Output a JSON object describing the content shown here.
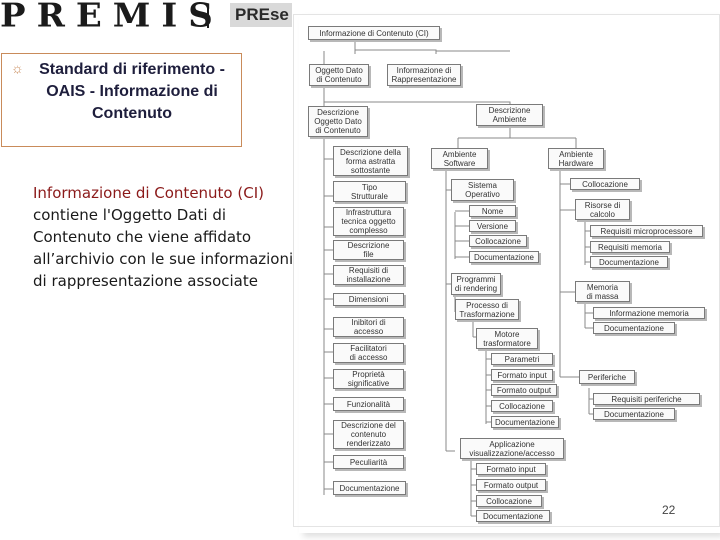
{
  "logo": {
    "letters": "PREMIS",
    "tag": "PREse"
  },
  "callout": {
    "icon": "gear-icon",
    "title": "Standard di riferimento - OAIS - Informazione di Contenuto"
  },
  "body": {
    "highlight": "Informazione di Contenuto (CI)",
    "rest": " contiene l'Oggetto Dati di Contenuto che viene affidato all’archivio con le sue informazioni di rappresentazione associate"
  },
  "page_number": "22",
  "colors": {
    "highlight": "#8b1a1a",
    "callout_border": "#c98b5a"
  },
  "diagram": {
    "root": "Informazione di Contenuto (CI)",
    "oggetto_dato": "Oggetto Dato\ndi Contenuto",
    "info_rappresentazione": "Informazione di\nRappresentazione",
    "descrizione_oggetto": "Descrizione\nOggetto Dato\ndi Contenuto",
    "descrizione_ambiente": "Descrizione\nAmbiente",
    "ambiente_software": "Ambiente\nSoftware",
    "ambiente_hardware": "Ambiente\nHardware",
    "descrizione_items": [
      "Descrizione della\nforma astratta\nsottostante",
      "Tipo\nStrutturale",
      "Infrastruttura\ntecnica oggetto\ncomplesso",
      "Descrizione\nfile",
      "Requisiti di\ninstallazione",
      "Dimensioni",
      "Inibitori di\naccesso",
      "Facilitatori\ndi accesso",
      "Proprietà\nsignificative",
      "Funzionalità",
      "Descrizione del\ncontenuto\nrenderizzato",
      "Peculiarità",
      "Documentazione"
    ],
    "sistema_operativo": "Sistema\nOperativo",
    "sistema_items": [
      "Nome",
      "Versione",
      "Collocazione",
      "Documentazione"
    ],
    "programmi_rendering": "Programmi\ndi rendering",
    "processo_trasformazione": "Processo di\nTrasformazione",
    "motore_trasformatore": "Motore\ntrasformatore",
    "motore_items": [
      "Parametri",
      "Formato input",
      "Formato output",
      "Collocazione",
      "Documentazione"
    ],
    "applicazione": "Applicazione\nvisualizzazione/accesso",
    "applicazione_items": [
      "Formato input",
      "Formato output",
      "Collocazione",
      "Documentazione"
    ],
    "hw_collocazione": "Collocazione",
    "risorse_calcolo": "Risorse di\ncalcolo",
    "risorse_items": [
      "Requisiti microprocessore",
      "Requisiti memoria",
      "Documentazione"
    ],
    "memoria_massa": "Memoria\ndi massa",
    "memoria_items": [
      "Informazione memoria",
      "Documentazione"
    ],
    "periferiche": "Periferiche",
    "periferiche_items": [
      "Requisiti periferiche",
      "Documentazione"
    ]
  }
}
